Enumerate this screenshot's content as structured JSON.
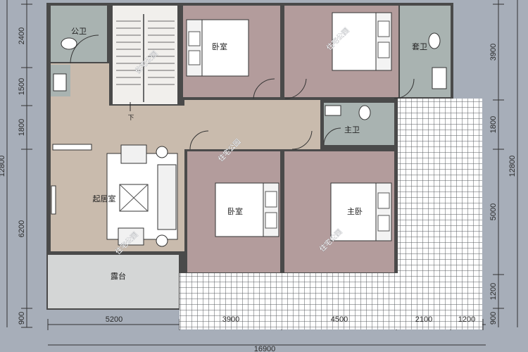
{
  "rooms": {
    "public_bath": "公卫",
    "bedroom_1": "卧室",
    "ensuite": "套卫",
    "master_bath": "主卫",
    "living_room": "起居室",
    "bedroom_2": "卧室",
    "master_bedroom": "主卧",
    "terrace": "露台",
    "stair_down": "下"
  },
  "watermark": "住宅公园",
  "dimensions": {
    "left": [
      "2400",
      "1500",
      "1800",
      "6200",
      "900"
    ],
    "left_total": "12800",
    "right": [
      "3900",
      "1800",
      "5000",
      "1200",
      "900"
    ],
    "right_total": "12800",
    "bottom": [
      "5200",
      "3900",
      "4500",
      "2100",
      "1200"
    ],
    "bottom_total": "16900"
  },
  "colors": {
    "background": "#a7aeb9",
    "wall": "#4a4a4a",
    "bedroom_floor": "#b39c9c",
    "corridor_floor": "#c9bbad",
    "bath_floor": "#a9b3b1",
    "terrace_floor": "#d4d6d6",
    "tile_floor": "#ffffff"
  }
}
